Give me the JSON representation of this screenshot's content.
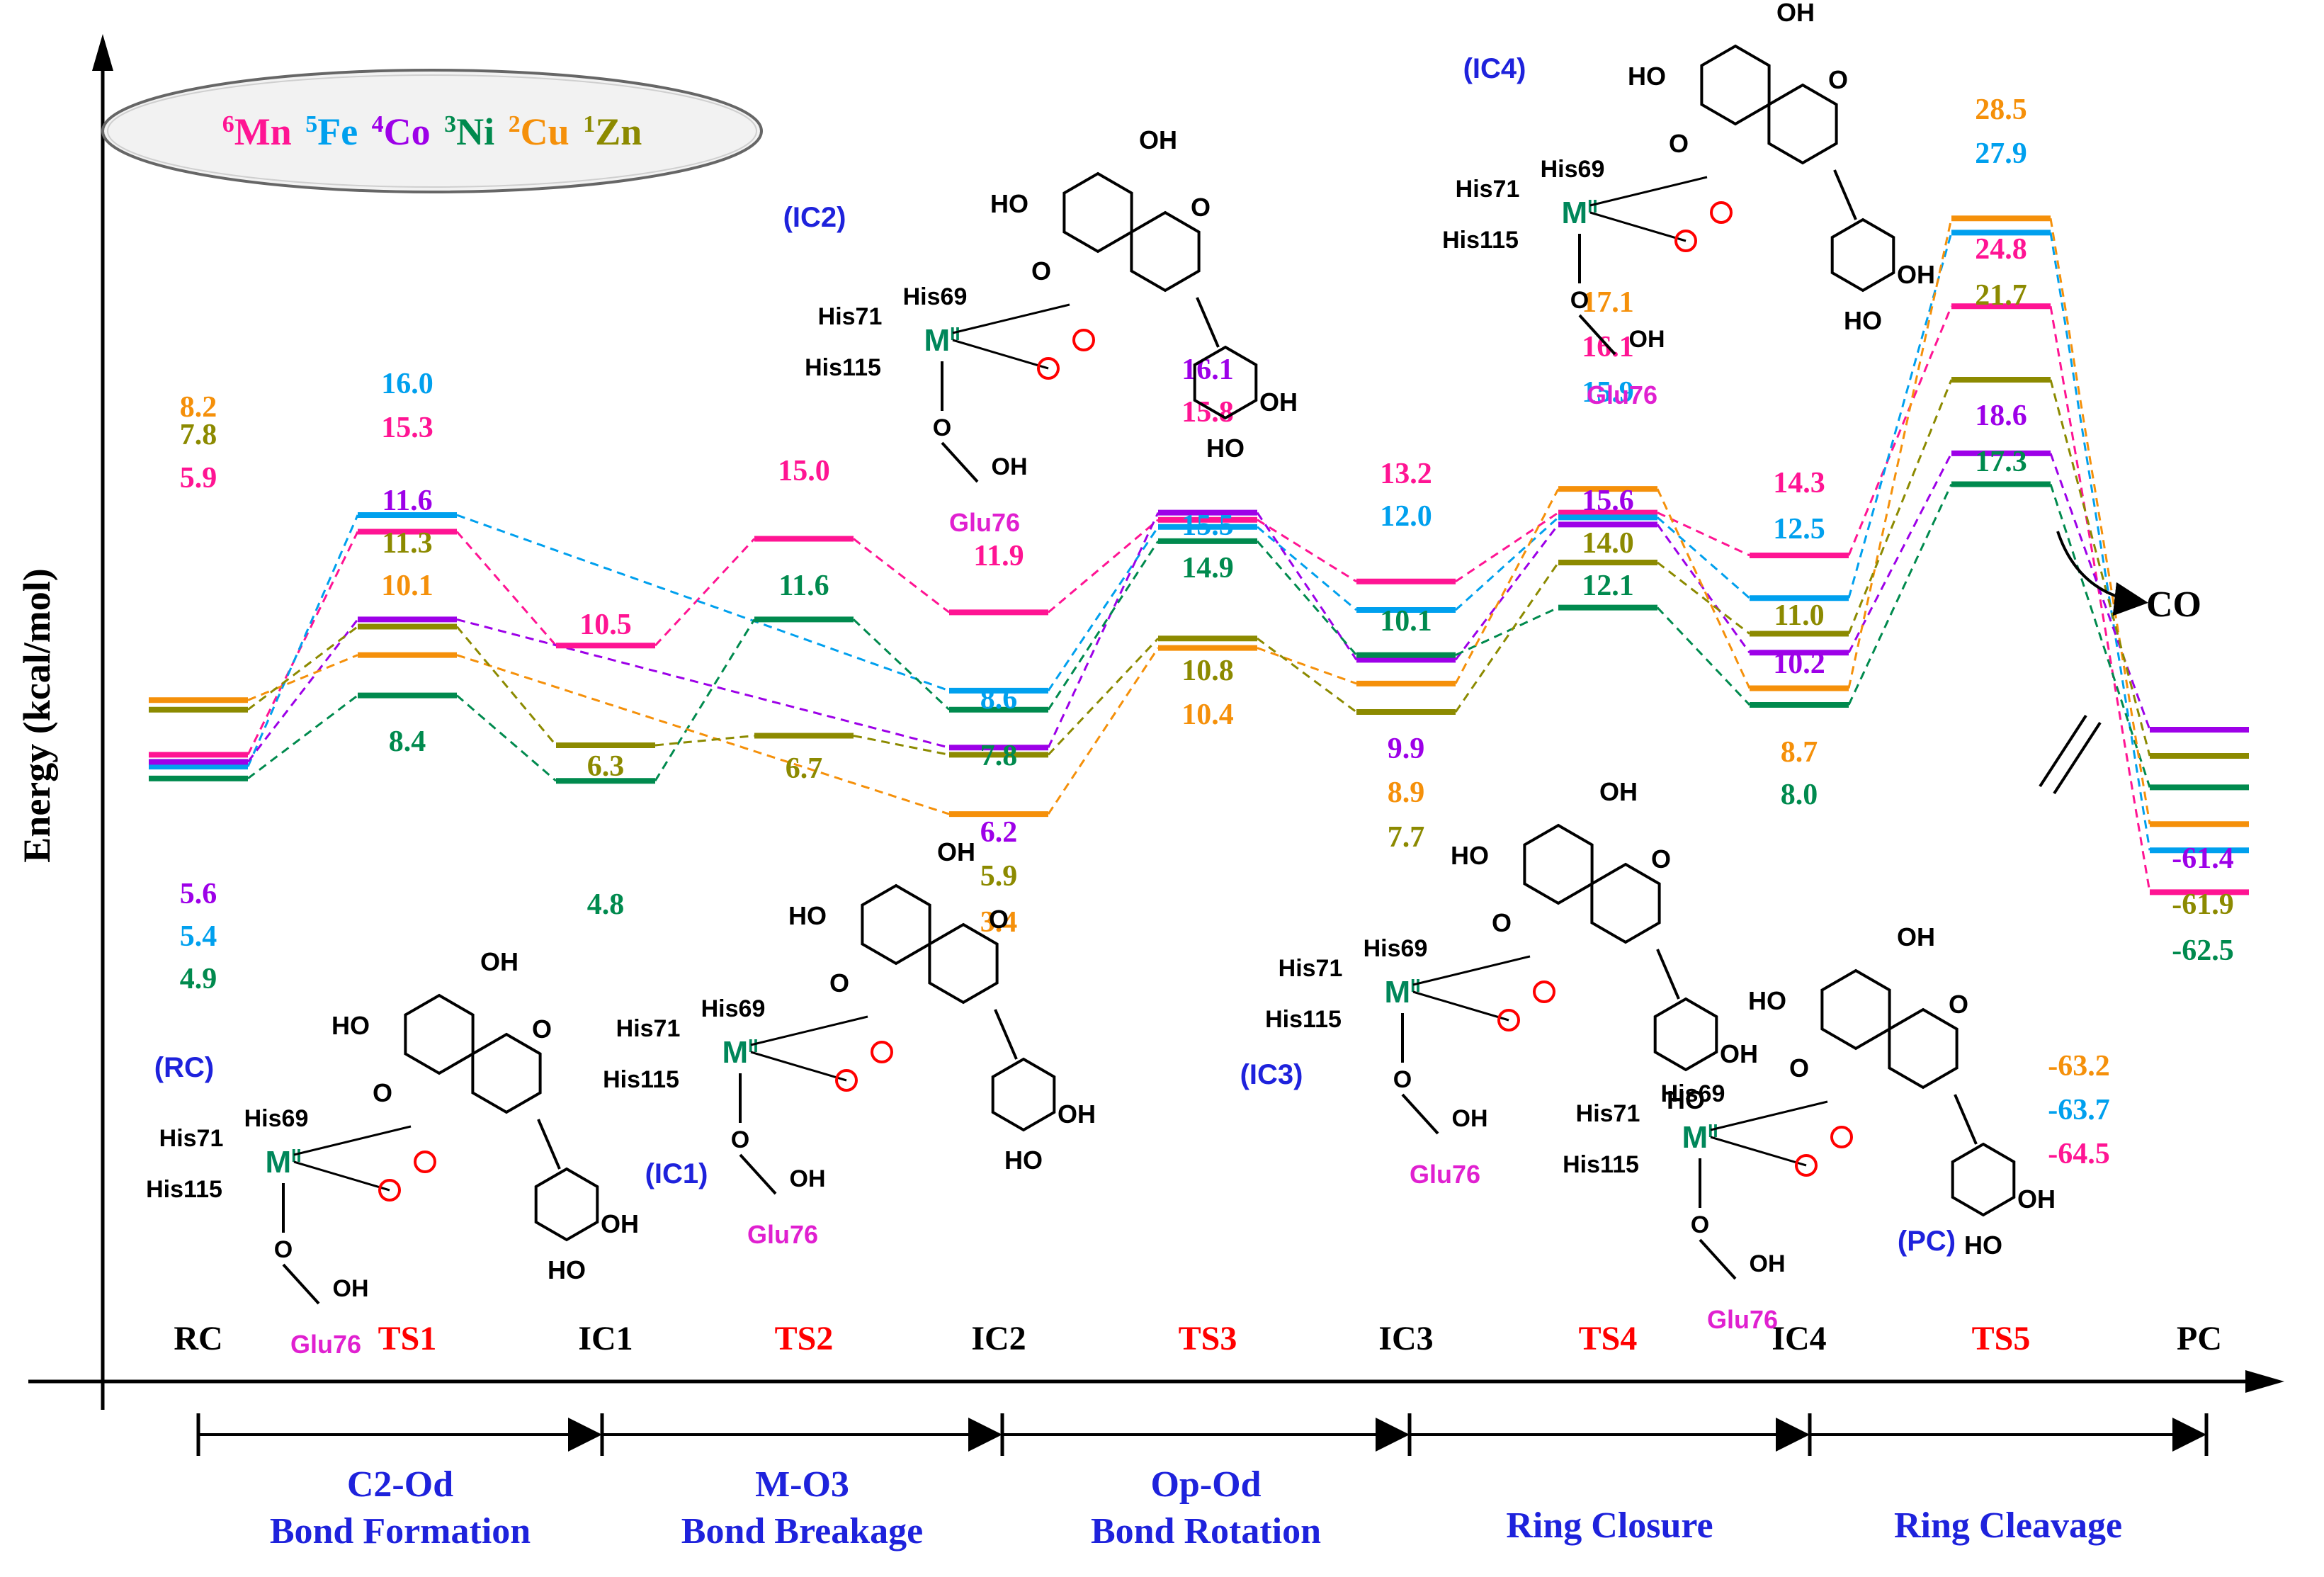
{
  "chart_data": {
    "type": "energy-profile",
    "ylabel": "Energy (kcal/mol)",
    "states": [
      "RC",
      "TS1",
      "IC1",
      "TS2",
      "IC2",
      "TS3",
      "IC3",
      "TS4",
      "IC4",
      "TS5",
      "PC"
    ],
    "state_colors": [
      "#000000",
      "#ff0000",
      "#000000",
      "#ff0000",
      "#000000",
      "#ff0000",
      "#000000",
      "#ff0000",
      "#000000",
      "#ff0000",
      "#000000"
    ],
    "series": [
      {
        "name": "Mn",
        "spin": "6",
        "color": "#ff1493",
        "values": [
          5.9,
          15.3,
          10.5,
          15.0,
          11.9,
          15.8,
          13.2,
          16.1,
          14.3,
          24.8,
          -64.5
        ]
      },
      {
        "name": "Fe",
        "spin": "5",
        "color": "#00a0ee",
        "values": [
          5.4,
          16.0,
          null,
          null,
          8.6,
          15.5,
          12.0,
          15.9,
          12.5,
          27.9,
          -63.7
        ]
      },
      {
        "name": "Co",
        "spin": "4",
        "color": "#9d00e8",
        "values": [
          5.6,
          11.6,
          null,
          null,
          6.2,
          16.1,
          9.9,
          15.6,
          10.2,
          18.6,
          -61.4
        ]
      },
      {
        "name": "Ni",
        "spin": "3",
        "color": "#008a4e",
        "values": [
          4.9,
          8.4,
          4.8,
          11.6,
          7.8,
          14.9,
          10.1,
          12.1,
          8.0,
          17.3,
          -62.5
        ]
      },
      {
        "name": "Cu",
        "spin": "2",
        "color": "#f5900a",
        "values": [
          8.2,
          10.1,
          null,
          null,
          3.4,
          10.4,
          8.9,
          17.1,
          8.7,
          28.5,
          -63.2
        ]
      },
      {
        "name": "Zn",
        "spin": "1",
        "color": "#8c8a00",
        "values": [
          7.8,
          11.3,
          6.3,
          6.7,
          5.9,
          10.8,
          7.7,
          14.0,
          11.0,
          21.7,
          -61.9
        ]
      }
    ],
    "stages": [
      "C2-Od\nBond Formation",
      "M-O3\nBond Breakage",
      "Op-Od\nBond Rotation",
      "Ring Closure",
      "Ring Cleavage"
    ],
    "energy_labels": [
      {
        "text": "8.2",
        "color": "#f5900a"
      },
      {
        "text": "7.8",
        "color": "#8c8a00"
      },
      {
        "text": "5.9",
        "color": "#ff1493"
      },
      {
        "text": "5.6",
        "color": "#9d00e8"
      },
      {
        "text": "5.4",
        "color": "#00a0ee"
      },
      {
        "text": "4.9",
        "color": "#008a4e"
      },
      {
        "text": "16.0",
        "color": "#00a0ee"
      },
      {
        "text": "15.3",
        "color": "#ff1493"
      },
      {
        "text": "11.6",
        "color": "#9d00e8"
      },
      {
        "text": "11.3",
        "color": "#8c8a00"
      },
      {
        "text": "10.1",
        "color": "#f5900a"
      },
      {
        "text": "8.4",
        "color": "#008a4e"
      },
      {
        "text": "10.5",
        "color": "#ff1493"
      },
      {
        "text": "6.3",
        "color": "#8c8a00"
      },
      {
        "text": "4.8",
        "color": "#008a4e"
      },
      {
        "text": "15.0",
        "color": "#ff1493"
      },
      {
        "text": "11.6",
        "color": "#008a4e"
      },
      {
        "text": "6.7",
        "color": "#8c8a00"
      },
      {
        "text": "11.9",
        "color": "#ff1493"
      },
      {
        "text": "8.6",
        "color": "#00a0ee"
      },
      {
        "text": "7.8",
        "color": "#008a4e"
      },
      {
        "text": "6.2",
        "color": "#9d00e8"
      },
      {
        "text": "5.9",
        "color": "#8c8a00"
      },
      {
        "text": "3.4",
        "color": "#f5900a"
      },
      {
        "text": "16.1",
        "color": "#9d00e8"
      },
      {
        "text": "15.8",
        "color": "#ff1493"
      },
      {
        "text": "15.5",
        "color": "#00a0ee"
      },
      {
        "text": "14.9",
        "color": "#008a4e"
      },
      {
        "text": "10.8",
        "color": "#8c8a00"
      },
      {
        "text": "10.4",
        "color": "#f5900a"
      },
      {
        "text": "13.2",
        "color": "#ff1493"
      },
      {
        "text": "12.0",
        "color": "#00a0ee"
      },
      {
        "text": "10.1",
        "color": "#008a4e"
      },
      {
        "text": "9.9",
        "color": "#9d00e8"
      },
      {
        "text": "8.9",
        "color": "#f5900a"
      },
      {
        "text": "7.7",
        "color": "#8c8a00"
      },
      {
        "text": "17.1",
        "color": "#f5900a"
      },
      {
        "text": "16.1",
        "color": "#ff1493"
      },
      {
        "text": "15.9",
        "color": "#00a0ee"
      },
      {
        "text": "15.6",
        "color": "#9d00e8"
      },
      {
        "text": "14.0",
        "color": "#8c8a00"
      },
      {
        "text": "12.1",
        "color": "#008a4e"
      },
      {
        "text": "14.3",
        "color": "#ff1493"
      },
      {
        "text": "12.5",
        "color": "#00a0ee"
      },
      {
        "text": "11.0",
        "color": "#8c8a00"
      },
      {
        "text": "10.2",
        "color": "#9d00e8"
      },
      {
        "text": "8.7",
        "color": "#f5900a"
      },
      {
        "text": "8.0",
        "color": "#008a4e"
      },
      {
        "text": "28.5",
        "color": "#f5900a"
      },
      {
        "text": "27.9",
        "color": "#00a0ee"
      },
      {
        "text": "24.8",
        "color": "#ff1493"
      },
      {
        "text": "21.7",
        "color": "#8c8a00"
      },
      {
        "text": "18.6",
        "color": "#9d00e8"
      },
      {
        "text": "17.3",
        "color": "#008a4e"
      },
      {
        "text": "-61.4",
        "color": "#9d00e8"
      },
      {
        "text": "-61.9",
        "color": "#8c8a00"
      },
      {
        "text": "-62.5",
        "color": "#008a4e"
      },
      {
        "text": "-63.2",
        "color": "#f5900a"
      },
      {
        "text": "-63.7",
        "color": "#00a0ee"
      },
      {
        "text": "-64.5",
        "color": "#ff1493"
      }
    ],
    "annotations": {
      "co": "CO"
    }
  },
  "structures": {
    "RC": {
      "tag": "(RC)",
      "metal": "M",
      "ox": "II",
      "his69": "His69",
      "his71": "His71",
      "his115": "His115",
      "glu": "Glu76",
      "oh_top": "OH",
      "ho": "HO",
      "o": "O",
      "oh_a": "OH",
      "ho_b": "HO",
      "oh_glu": "OH"
    },
    "IC1": {
      "tag": "(IC1)",
      "metal": "M",
      "ox": "II",
      "his69": "His69",
      "his71": "His71",
      "his115": "His115",
      "glu": "Glu76",
      "oh_top": "OH",
      "ho": "HO",
      "o": "O",
      "oh_a": "OH",
      "ho_b": "HO",
      "oh_glu": "OH"
    },
    "IC2": {
      "tag": "(IC2)",
      "metal": "M",
      "ox": "II",
      "his69": "His69",
      "his71": "His71",
      "his115": "His115",
      "glu": "Glu76",
      "oh_top": "OH",
      "ho": "HO",
      "o": "O",
      "oh_a": "OH",
      "ho_b": "HO",
      "oh_glu": "OH"
    },
    "IC3": {
      "tag": "(IC3)",
      "metal": "M",
      "ox": "II",
      "his69": "His69",
      "his71": "His71",
      "his115": "His115",
      "glu": "Glu76",
      "oh_top": "OH",
      "ho": "HO",
      "o": "O",
      "oh_a": "OH",
      "ho_b": "HO",
      "oh_glu": "OH"
    },
    "IC4": {
      "tag": "(IC4)",
      "metal": "M",
      "ox": "II",
      "his69": "His69",
      "his71": "His71",
      "his115": "His115",
      "glu": "Glu76",
      "oh_top": "OH",
      "ho": "HO",
      "o": "O",
      "oh_a": "OH",
      "ho_b": "HO",
      "oh_glu": "OH"
    },
    "PC": {
      "tag": "(PC)",
      "metal": "M",
      "ox": "II",
      "his69": "His69",
      "his71": "His71",
      "his115": "His115",
      "glu": "Glu76",
      "oh_top": "OH",
      "ho": "HO",
      "o": "O",
      "oh_a": "OH",
      "ho_b": "HO",
      "oh_glu": "OH"
    }
  }
}
